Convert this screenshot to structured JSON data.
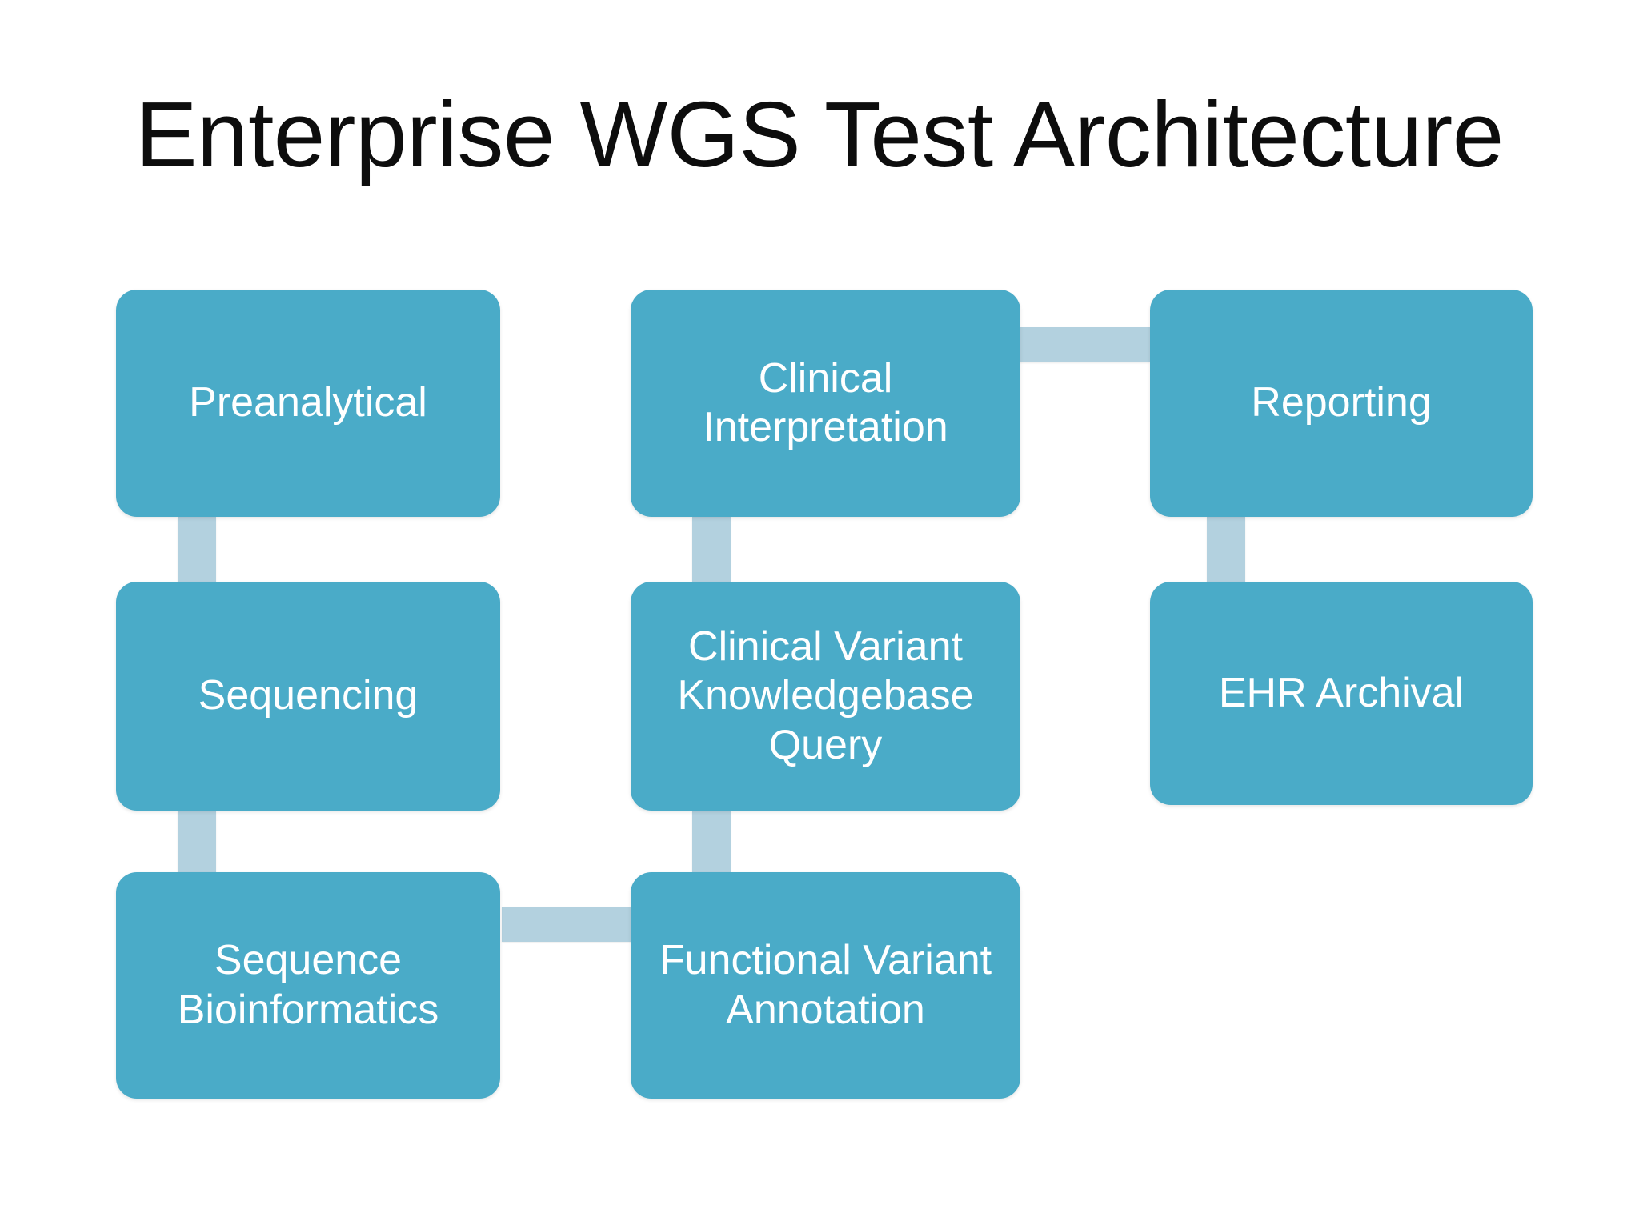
{
  "slide": {
    "title": "Enterprise WGS Test Architecture",
    "background_color": "#ffffff",
    "title_color": "#0d0d0d",
    "node_fill_color": "#4aabc8",
    "node_text_color": "#ffffff",
    "connector_color": "#b3d1df"
  },
  "nodes": [
    {
      "id": "preanalytical",
      "label": "Preanalytical",
      "column": 1,
      "row": 1
    },
    {
      "id": "sequencing",
      "label": "Sequencing",
      "column": 1,
      "row": 2
    },
    {
      "id": "sequence-bioinformatics",
      "label": "Sequence\nBioinformatics",
      "column": 1,
      "row": 3
    },
    {
      "id": "clinical-interpretation",
      "label": "Clinical\nInterpretation",
      "column": 2,
      "row": 1
    },
    {
      "id": "clinical-variant-knowledgebase-query",
      "label": "Clinical Variant\nKnowledgebase\nQuery",
      "column": 2,
      "row": 2
    },
    {
      "id": "functional-variant-annotation",
      "label": "Functional Variant\nAnnotation",
      "column": 2,
      "row": 3
    },
    {
      "id": "reporting",
      "label": "Reporting",
      "column": 3,
      "row": 1
    },
    {
      "id": "ehr-archival",
      "label": "EHR Archival",
      "column": 3,
      "row": 2
    }
  ],
  "connectors": [
    {
      "id": "preanalytical-to-sequencing",
      "from": "preanalytical",
      "to": "sequencing",
      "orientation": "vertical"
    },
    {
      "id": "sequencing-to-sequence-bioinformatics",
      "from": "sequencing",
      "to": "sequence-bioinformatics",
      "orientation": "vertical"
    },
    {
      "id": "sequence-bioinformatics-to-functional-variant-annotation",
      "from": "sequence-bioinformatics",
      "to": "functional-variant-annotation",
      "orientation": "horizontal"
    },
    {
      "id": "functional-variant-annotation-to-clinical-variant-knowledgebase-query",
      "from": "functional-variant-annotation",
      "to": "clinical-variant-knowledgebase-query",
      "orientation": "vertical"
    },
    {
      "id": "clinical-variant-knowledgebase-query-to-clinical-interpretation",
      "from": "clinical-variant-knowledgebase-query",
      "to": "clinical-interpretation",
      "orientation": "vertical"
    },
    {
      "id": "clinical-interpretation-to-reporting",
      "from": "clinical-interpretation",
      "to": "reporting",
      "orientation": "horizontal"
    },
    {
      "id": "reporting-to-ehr-archival",
      "from": "reporting",
      "to": "ehr-archival",
      "orientation": "vertical"
    }
  ]
}
